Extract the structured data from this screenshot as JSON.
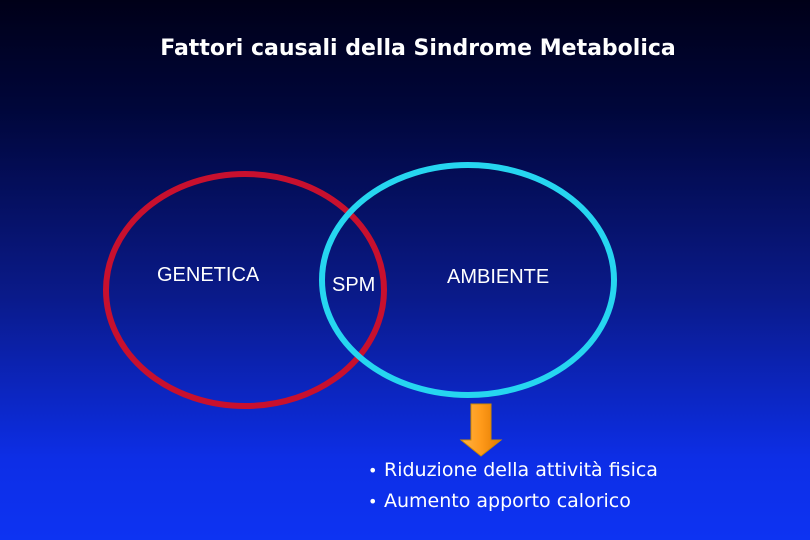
{
  "title": "Fattori causali della Sindrome Metabolica",
  "circles": {
    "left": {
      "label": "GENETICA",
      "color": "#c8102e"
    },
    "right": {
      "label": "AMBIENTE",
      "color": "#26d6f0"
    },
    "overlap": {
      "label": "SPM"
    }
  },
  "arrow": {
    "icon": "arrow-down-icon",
    "color": "#ff9a1a"
  },
  "effects": [
    "Riduzione della attività fisica",
    "Aumento  apporto calorico"
  ]
}
